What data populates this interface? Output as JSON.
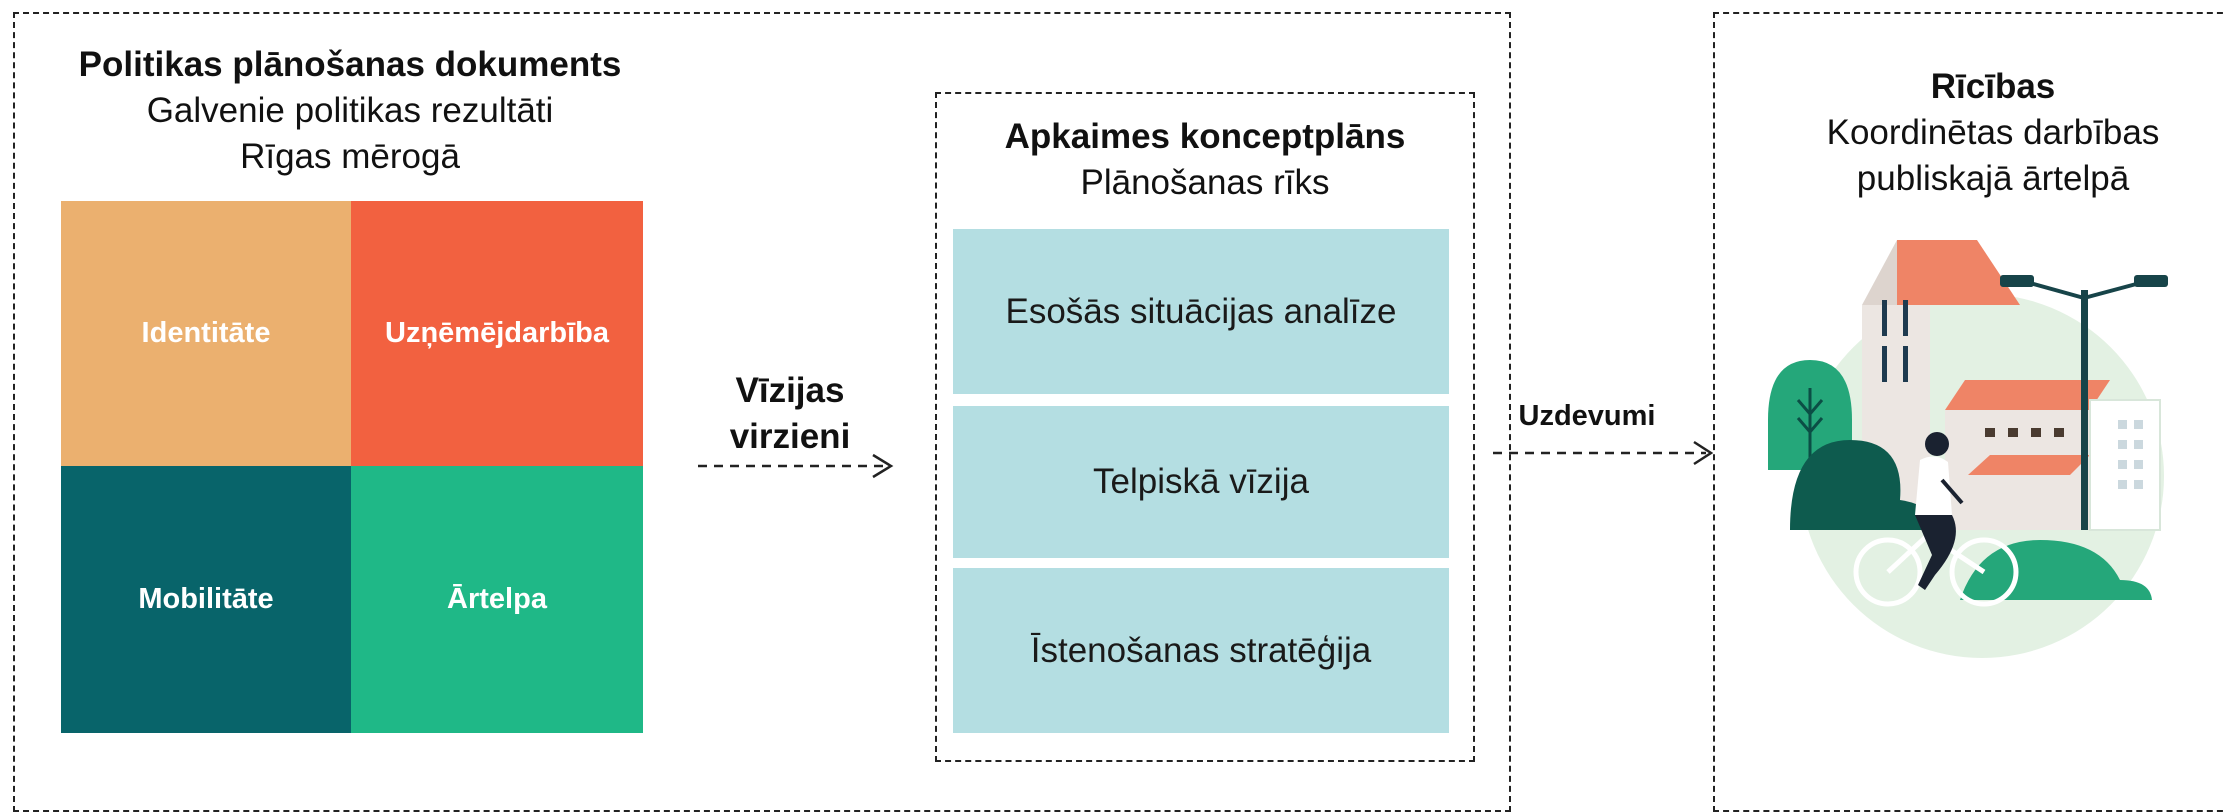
{
  "policy": {
    "title": "Politikas plānošanas dokuments",
    "subtitle_line1": "Galvenie politikas rezultāti",
    "subtitle_line2": "Rīgas mērogā",
    "tiles": [
      "Identitāte",
      "Uzņēmējdarbība",
      "Mobilitāte",
      "Ārtelpa"
    ],
    "tile_colors": [
      "#EBB06F",
      "#F26140",
      "#08646A",
      "#1FB887"
    ]
  },
  "vision_arrow": {
    "line1": "Vīzijas",
    "line2": "virzieni"
  },
  "concept": {
    "title": "Apkaimes konceptplāns",
    "subtitle": "Plānošanas rīks",
    "steps": [
      "Esošās situācijas analīze",
      "Telpiskā vīzija",
      "Īstenošanas stratēģija"
    ],
    "step_color": "#B4DEE2"
  },
  "tasks_arrow": {
    "label": "Uzdevumi"
  },
  "actions": {
    "title": "Rīcības",
    "subtitle_line1": "Koordinētas darbības",
    "subtitle_line2": "publiskajā ārtelpā",
    "illustration": "city-cyclist-illustration"
  }
}
